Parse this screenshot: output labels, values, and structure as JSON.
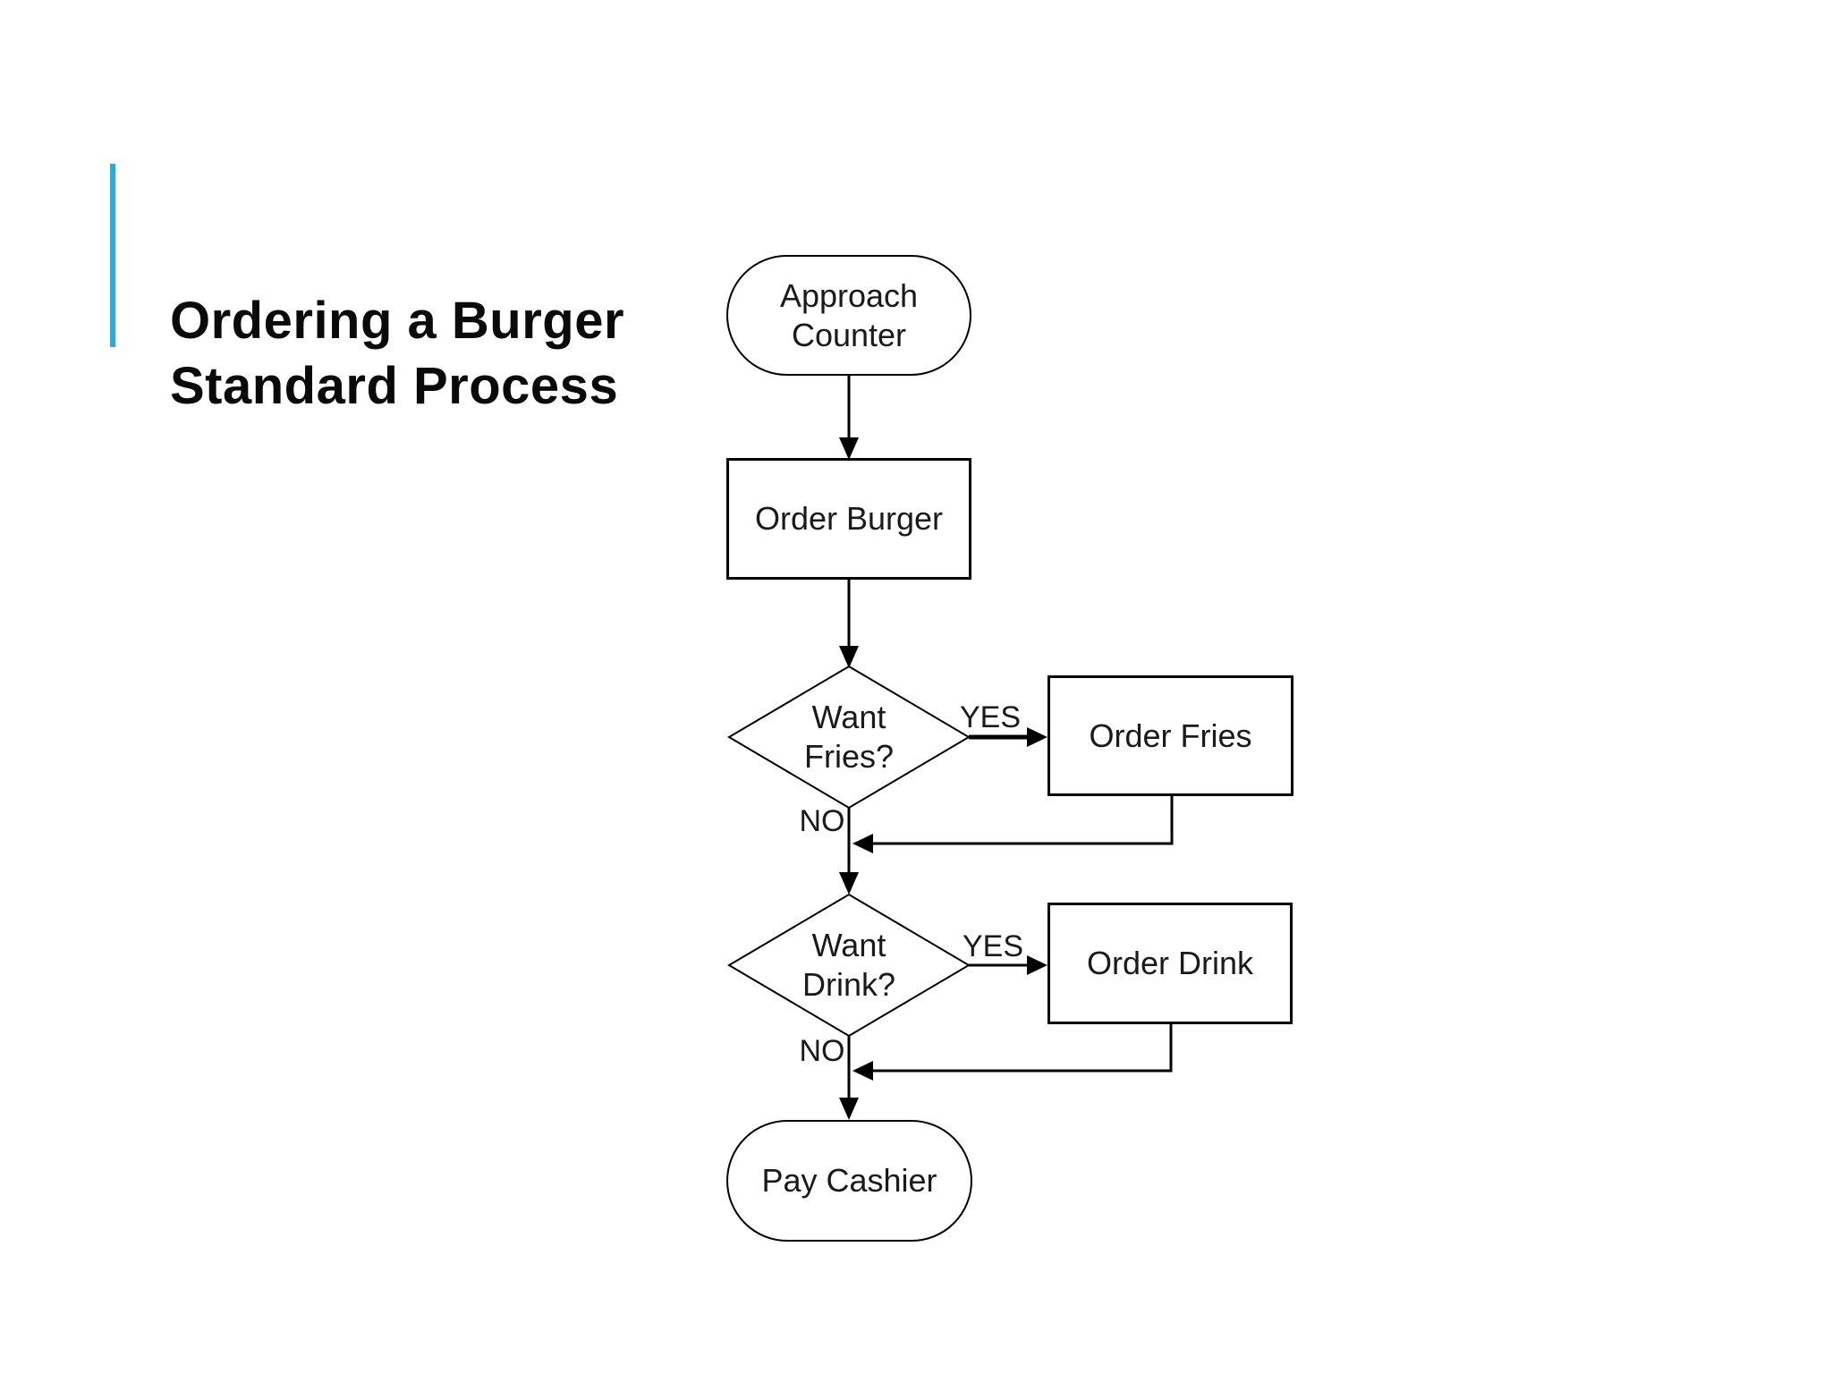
{
  "slide": {
    "background_color": "#ffffff",
    "accent_color": "#29ABE2",
    "ink_color": "#000000",
    "title_line1": "Ordering a Burger",
    "title_line2": "Standard Process"
  },
  "flowchart": {
    "start_terminal": {
      "line1": "Approach",
      "line2": "Counter"
    },
    "order_burger": {
      "label": "Order Burger"
    },
    "want_fries": {
      "line1": "Want",
      "line2": "Fries?"
    },
    "order_fries": {
      "label": "Order Fries"
    },
    "want_drink": {
      "line1": "Want",
      "line2": "Drink?"
    },
    "order_drink": {
      "label": "Order Drink"
    },
    "pay_cashier": {
      "label": "Pay Cashier"
    },
    "edge_labels": {
      "yes_fries": "YES",
      "no_fries": "NO",
      "yes_drink": "YES",
      "no_drink": "NO"
    }
  }
}
